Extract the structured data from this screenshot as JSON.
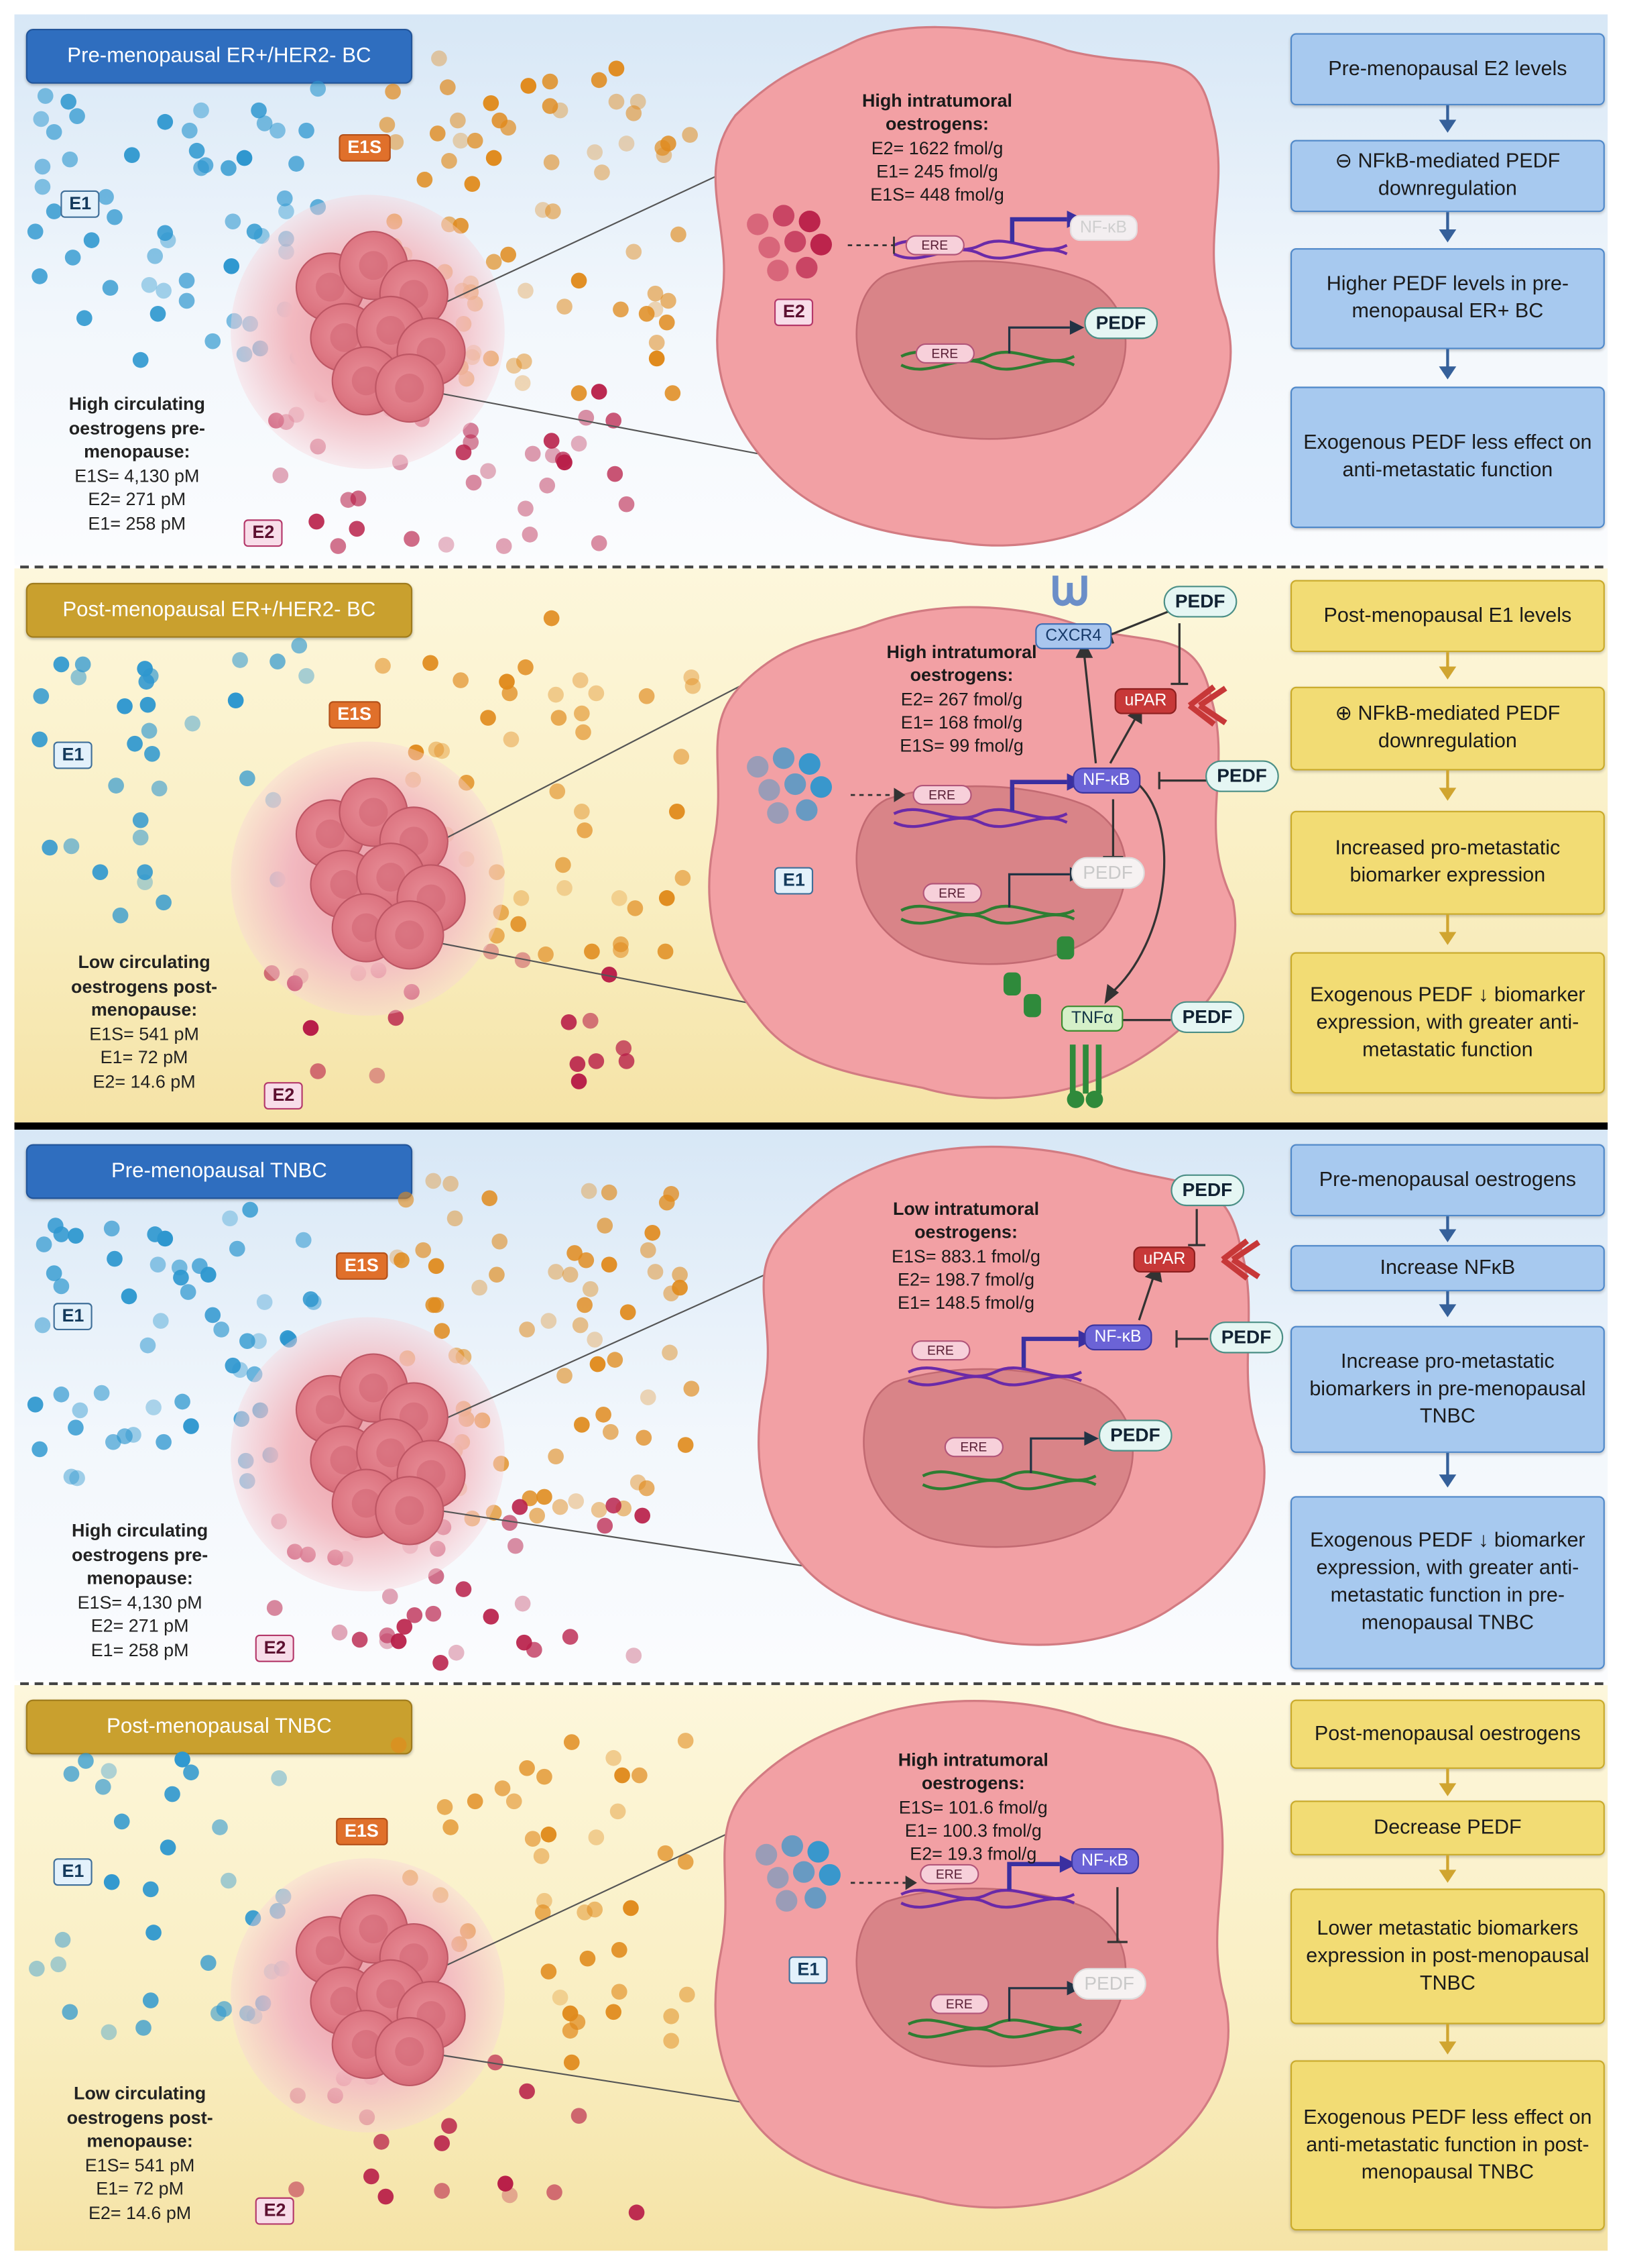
{
  "colors": {
    "blue_panel": "#d7e7f6",
    "yellow_panel": "#f9eec1",
    "e1": "#2e97cf",
    "e1s": "#e08a1c",
    "e2": "#b81e48",
    "pedf": "#e5f6f3",
    "nfkb": "#6b63d6"
  },
  "hormone_labels": {
    "e1": "E1",
    "e1s": "E1S",
    "e2": "E2"
  },
  "panels": [
    {
      "title": "Pre-menopausal ER+/HER2- BC",
      "circulating": {
        "heading": "High circulating oestrogens pre-menopause:",
        "lines": [
          "E1S= 4,130 pM",
          "E2= 271 pM",
          "E1= 258 pM"
        ]
      },
      "intratumoral": {
        "heading": "High intratumoral oestrogens:",
        "lines": [
          "E2= 1622 fmol/g",
          "E1= 245 fmol/g",
          "E1S= 448 fmol/g"
        ]
      },
      "cell": {
        "ere": "ERE",
        "nfkb": "NF-κB",
        "pedf": "PEDF"
      },
      "flow": [
        "Pre-menopausal E2 levels",
        "⊖ NFkB-mediated PEDF downregulation",
        "Higher PEDF levels in pre-menopausal ER+ BC",
        "Exogenous PEDF less effect on anti-metastatic function"
      ]
    },
    {
      "title": "Post-menopausal ER+/HER2- BC",
      "circulating": {
        "heading": "Low circulating oestrogens post-menopause:",
        "lines": [
          "E1S=  541 pM",
          "E1= 72 pM",
          "E2= 14.6 pM"
        ]
      },
      "intratumoral": {
        "heading": "High intratumoral oestrogens:",
        "lines": [
          "E2= 267 fmol/g",
          "E1= 168 fmol/g",
          "E1S= 99 fmol/g"
        ]
      },
      "cell": {
        "ere": "ERE",
        "nfkb": "NF-κB",
        "pedf": "PEDF",
        "cxcr4": "CXCR4",
        "upar": "uPAR",
        "tnfa": "TNFα"
      },
      "flow": [
        "Post-menopausal E1 levels",
        "⊕ NFkB-mediated PEDF downregulation",
        "Increased pro-metastatic biomarker expression",
        "Exogenous PEDF ↓ biomarker expression, with greater anti-metastatic function"
      ]
    },
    {
      "title": "Pre-menopausal TNBC",
      "circulating": {
        "heading": "High circulating oestrogens pre-menopause:",
        "lines": [
          "E1S= 4,130 pM",
          "E2= 271 pM",
          "E1= 258 pM"
        ]
      },
      "intratumoral": {
        "heading": "Low intratumoral oestrogens:",
        "lines": [
          "E1S= 883.1 fmol/g",
          "E2= 198.7 fmol/g",
          "E1= 148.5 fmol/g"
        ]
      },
      "cell": {
        "ere": "ERE",
        "nfkb": "NF-κB",
        "pedf": "PEDF",
        "upar": "uPAR"
      },
      "flow": [
        "Pre-menopausal oestrogens",
        "Increase NFκB",
        "Increase pro-metastatic biomarkers in pre-menopausal TNBC",
        "Exogenous PEDF ↓ biomarker expression, with greater anti-metastatic function in pre-menopausal TNBC"
      ]
    },
    {
      "title": "Post-menopausal TNBC",
      "circulating": {
        "heading": "Low circulating oestrogens post-menopause:",
        "lines": [
          "E1S=  541 pM",
          "E1= 72 pM",
          "E2= 14.6 pM"
        ]
      },
      "intratumoral": {
        "heading": "High intratumoral oestrogens:",
        "lines": [
          "E1S= 101.6 fmol/g",
          "E1= 100.3 fmol/g",
          "E2= 19.3 fmol/g"
        ]
      },
      "cell": {
        "ere": "ERE",
        "nfkb": "NF-κB",
        "pedf": "PEDF"
      },
      "flow": [
        "Post-menopausal oestrogens",
        "Decrease PEDF",
        "Lower metastatic biomarkers expression  in post-menopausal TNBC",
        "Exogenous PEDF less effect on anti-metastatic function in post-menopausal TNBC"
      ]
    }
  ]
}
